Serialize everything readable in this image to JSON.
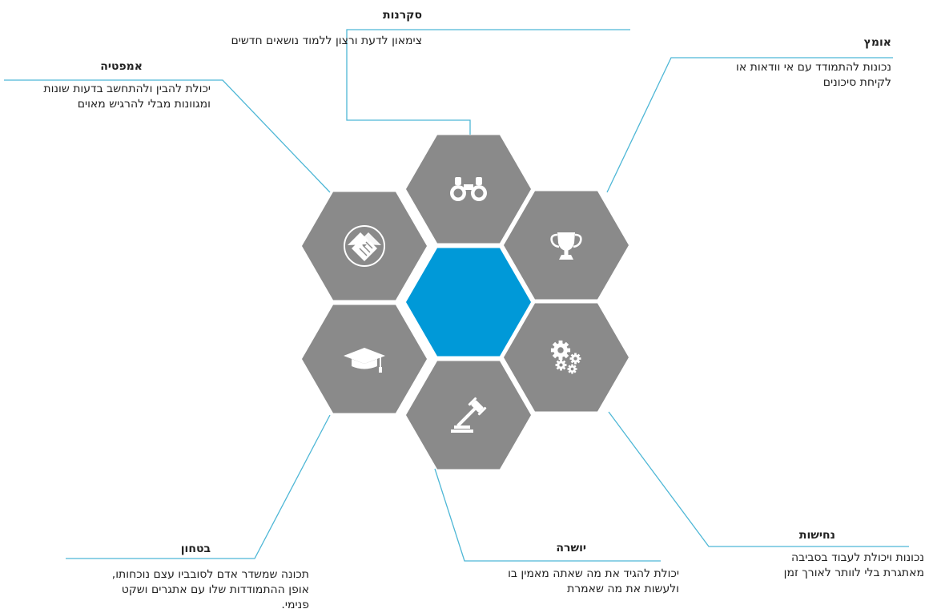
{
  "colors": {
    "hex_gray": "#8a8a8a",
    "hex_center": "#0099d8",
    "line": "#4eb7d6",
    "icon": "#ffffff"
  },
  "center": {
    "label": ""
  },
  "traits": [
    {
      "id": "curiosity",
      "title": "סקרנות",
      "description": "צימאון לדעת ורצון ללמוד נושאים חדשים",
      "icon": "binoculars-icon"
    },
    {
      "id": "courage",
      "title": "אומץ",
      "description": "נכונות להתמודד עם אי וודאות או\nלקיחת סיכונים",
      "icon": "trophy-icon"
    },
    {
      "id": "persistence",
      "title": "נחישות",
      "description": "נכונות ויכולת לעבוד בסביבה\nמאתגרת בלי לוותר לאורך זמן",
      "icon": "gears-icon"
    },
    {
      "id": "integrity",
      "title": "יושרה",
      "description": "יכולת להגיד את מה שאתה מאמין בו\nולעשות את מה שאמרת",
      "icon": "gavel-icon"
    },
    {
      "id": "confidence",
      "title": "בטחון",
      "description": "תכונה שמשדר אדם לסובביו עצם נוכחותו,\nאופן ההתמודדות שלו עם אתגרים ושקט\nפנימי.",
      "icon": "graduation-cap-icon"
    },
    {
      "id": "empathy",
      "title": "אמפטיה",
      "description": "יכולת להבין ולהתחשב בדעות שונות\nומגוונות מבלי להרגיש מאוים",
      "icon": "handshake-icon"
    }
  ]
}
